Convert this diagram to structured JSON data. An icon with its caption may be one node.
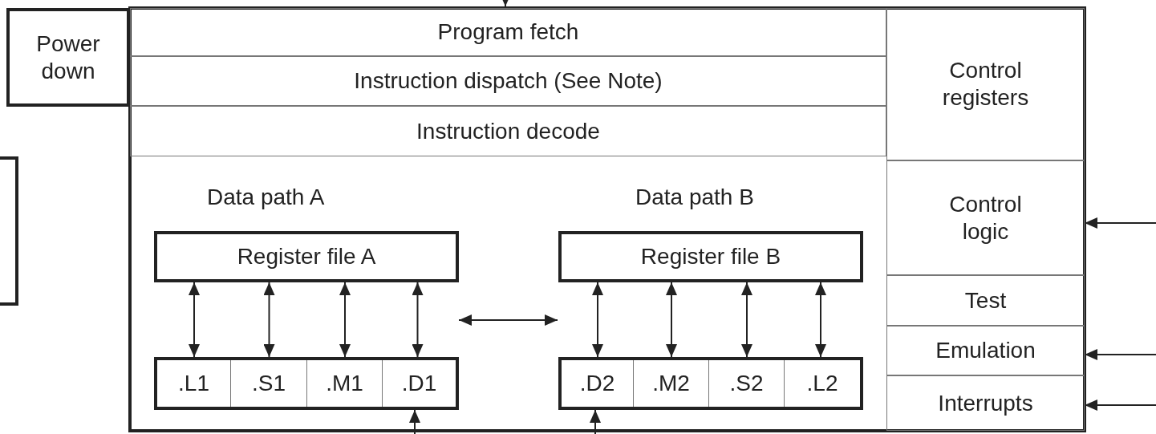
{
  "diagram": {
    "nodes": [
      {
        "text": [],
        "shape": "box"
      },
      {
        "text": [
          "Power down"
        ]
      },
      {
        "text": [
          "Program fetch"
        ],
        "in": 0
      },
      {
        "text": [
          "Instruction dispatch (See Note)"
        ],
        "in": 0
      },
      {
        "text": [
          "Instruction decode"
        ],
        "in": 0
      },
      {
        "text": [
          "Control registers"
        ],
        "in": 0
      },
      {
        "text": [
          "Control logic"
        ],
        "in": 0
      },
      {
        "text": [
          "Test"
        ],
        "in": 0
      },
      {
        "text": [
          "Emulation"
        ],
        "in": 0
      },
      {
        "text": [
          "Interrupts"
        ],
        "in": 0
      },
      {
        "text": [
          "Register file A"
        ],
        "in": 0
      },
      {
        "text": [],
        "shape": "box",
        "in": 0
      },
      {
        "text": [
          ".L1"
        ],
        "in": 11
      },
      {
        "text": [
          ".S1"
        ],
        "in": 11
      },
      {
        "text": [
          ".M1"
        ],
        "in": 11
      },
      {
        "text": [
          ".D1"
        ],
        "in": 11
      },
      {
        "text": [
          "Register file B"
        ],
        "in": 0
      },
      {
        "text": [],
        "shape": "box",
        "in": 0
      },
      {
        "text": [
          ".D2"
        ],
        "in": 17
      },
      {
        "text": [
          ".M2"
        ],
        "in": 17
      },
      {
        "text": [
          ".S2"
        ],
        "in": 17
      },
      {
        "text": [
          ".L2"
        ],
        "in": 17
      },
      {
        "text": [],
        "shape": "box"
      }
    ],
    "edges": [
      {
        "from": 10,
        "to": 12,
        "arrow": "both"
      },
      {
        "from": 10,
        "to": 13,
        "arrow": "both"
      },
      {
        "from": 10,
        "to": 14,
        "arrow": "both"
      },
      {
        "from": 10,
        "to": 15,
        "arrow": "both"
      },
      {
        "from": 16,
        "to": 18,
        "arrow": "both"
      },
      {
        "from": 16,
        "to": 19,
        "arrow": "both"
      },
      {
        "from": 16,
        "to": 20,
        "arrow": "both"
      },
      {
        "from": 16,
        "to": 21,
        "arrow": "both"
      },
      {
        "from": null,
        "to": 0,
        "arrow": "to"
      },
      {
        "from": null,
        "to": 15,
        "arrow": "to"
      },
      {
        "from": null,
        "to": 18,
        "arrow": "to"
      },
      {
        "from": null,
        "to": 6,
        "arrow": "to"
      },
      {
        "from": null,
        "to": 8,
        "arrow": "to"
      },
      {
        "from": null,
        "to": 9,
        "arrow": "to"
      }
    ],
    "labels": [
      "Data path A",
      "Data path B"
    ]
  }
}
